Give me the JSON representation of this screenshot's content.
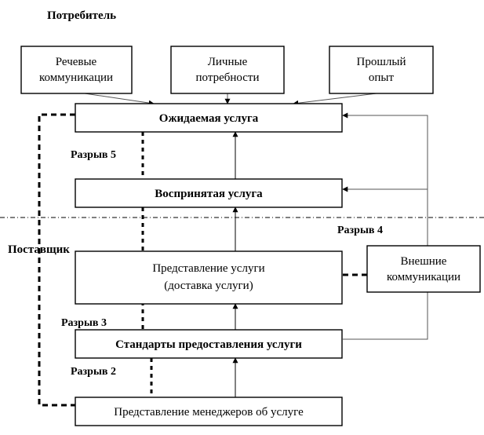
{
  "header": {
    "consumer_label": "Потребитель",
    "provider_label": "Поставщик"
  },
  "boxes": {
    "speech": [
      "Речевые",
      "коммуникации"
    ],
    "needs": [
      "Личные",
      "потребности"
    ],
    "experience": [
      "Прошлый",
      "опыт"
    ],
    "expected": "Ожидаемая услуга",
    "perceived": "Воспринятая услуга",
    "delivery": [
      "Представление услуги",
      "(доставка услуги)"
    ],
    "external": [
      "Внешние",
      "коммуникации"
    ],
    "standards": "Стандарты предоставления услуги",
    "management": "Представление менеджеров об услуге"
  },
  "gaps": {
    "gap5": "Разрыв 5",
    "gap4": "Разрыв 4",
    "gap3": "Разрыв 3",
    "gap2": "Разрыв 2"
  }
}
